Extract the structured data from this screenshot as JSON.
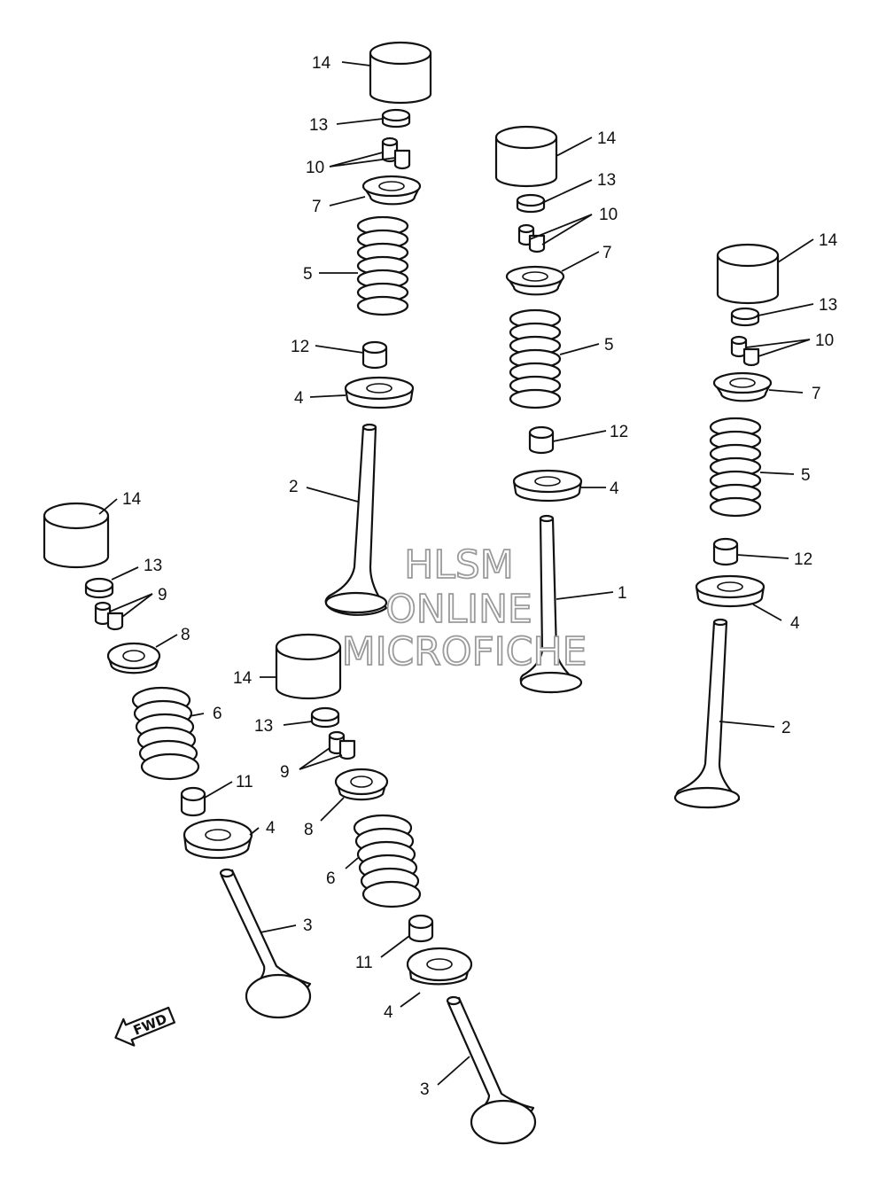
{
  "callouts": {
    "c1": "1",
    "c2": "2",
    "c3": "3",
    "c4": "4",
    "c5": "5",
    "c6": "6",
    "c7": "7",
    "c8": "8",
    "c9": "9",
    "c10": "10",
    "c11": "11",
    "c12": "12",
    "c13": "13",
    "c14": "14"
  },
  "watermark": {
    "line1": "HLSM",
    "line2": "ONLINE",
    "line3": "MICROFICHE"
  },
  "direction_arrow": {
    "label": "FWD"
  }
}
